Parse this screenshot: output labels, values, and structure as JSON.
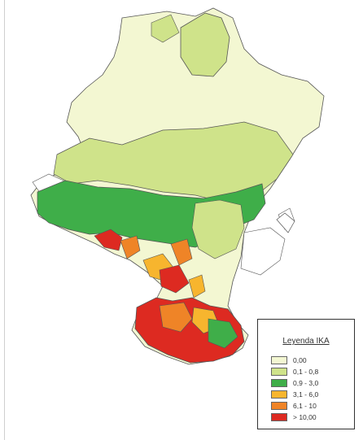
{
  "legend": {
    "title": "Leyenda IKA",
    "items": [
      {
        "label": "0,00",
        "color": "#f3f7d2"
      },
      {
        "label": "0,1 - 0,8",
        "color": "#cfe38a"
      },
      {
        "label": "0,9 - 3,0",
        "color": "#3fae49"
      },
      {
        "label": "3,1 - 6,0",
        "color": "#f7b52e"
      },
      {
        "label": "6,1 - 10",
        "color": "#ef8427"
      },
      {
        "label": "> 10,00",
        "color": "#dd2a21"
      }
    ]
  }
}
